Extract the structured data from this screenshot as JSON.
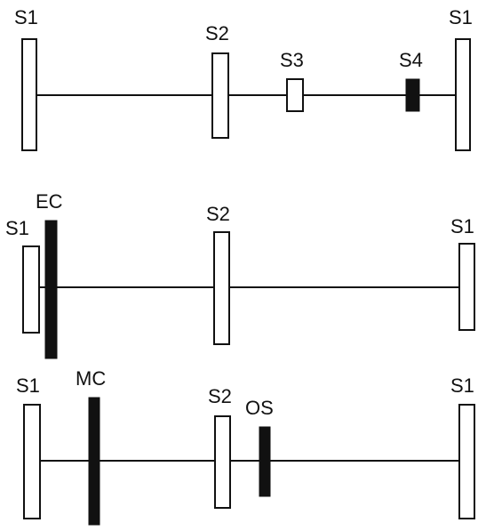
{
  "diagrams": [
    {
      "labels": {
        "s1_left": "S1",
        "s2": "S2",
        "s3": "S3",
        "s4": "S4",
        "s1_right": "S1"
      }
    },
    {
      "labels": {
        "s1_left": "S1",
        "ec": "EC",
        "s2": "S2",
        "s1_right": "S1"
      }
    },
    {
      "labels": {
        "s1_left": "S1",
        "mc": "MC",
        "s2": "S2",
        "os": "OS",
        "s1_right": "S1"
      }
    }
  ]
}
